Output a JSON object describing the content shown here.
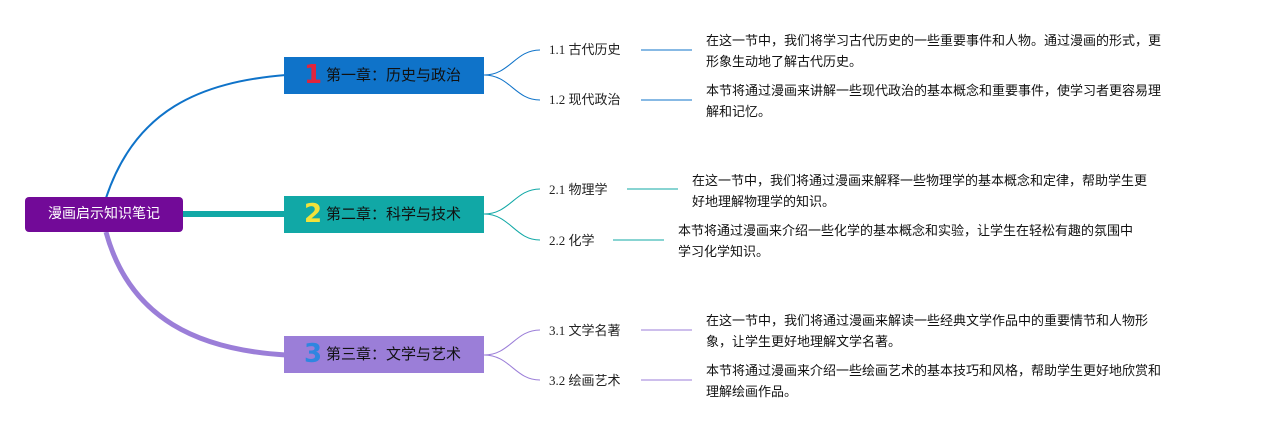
{
  "root": {
    "label": "漫画启示知识笔记",
    "color": "#720a98"
  },
  "chapters": [
    {
      "number": "1",
      "title": "第一章：历史与政治",
      "box_color": "#0f73c9",
      "number_color": "#e0253c",
      "sections": [
        {
          "label": "1.1 古代历史",
          "note_lines": [
            "在这一节中，我们将学习古代历史的一些重要事件和人物。通过漫画的形式，更",
            "形象生动地了解古代历史。"
          ]
        },
        {
          "label": "1.2 现代政治",
          "note_lines": [
            "本节将通过漫画来讲解一些现代政治的基本概念和重要事件，使学习者更容易理",
            "解和记忆。"
          ]
        }
      ]
    },
    {
      "number": "2",
      "title": "第二章：科学与技术",
      "box_color": "#11a8a6",
      "number_color": "#f2e23a",
      "sections": [
        {
          "label": "2.1 物理学",
          "note_lines": [
            "在这一节中，我们将通过漫画来解释一些物理学的基本概念和定律，帮助学生更",
            "好地理解物理学的知识。"
          ]
        },
        {
          "label": "2.2 化学",
          "note_lines": [
            "本节将通过漫画来介绍一些化学的基本概念和实验，让学生在轻松有趣的氛围中",
            "学习化学知识。"
          ]
        }
      ]
    },
    {
      "number": "3",
      "title": "第三章：文学与艺术",
      "box_color": "#9b7ed8",
      "number_color": "#2f86e0",
      "sections": [
        {
          "label": "3.1 文学名著",
          "note_lines": [
            "在这一节中，我们将通过漫画来解读一些经典文学作品中的重要情节和人物形",
            "象，让学生更好地理解文学名著。"
          ]
        },
        {
          "label": "3.2 绘画艺术",
          "note_lines": [
            "本节将通过漫画来介绍一些绘画艺术的基本技巧和风格，帮助学生更好地欣赏和",
            "理解绘画作品。"
          ]
        }
      ]
    }
  ]
}
